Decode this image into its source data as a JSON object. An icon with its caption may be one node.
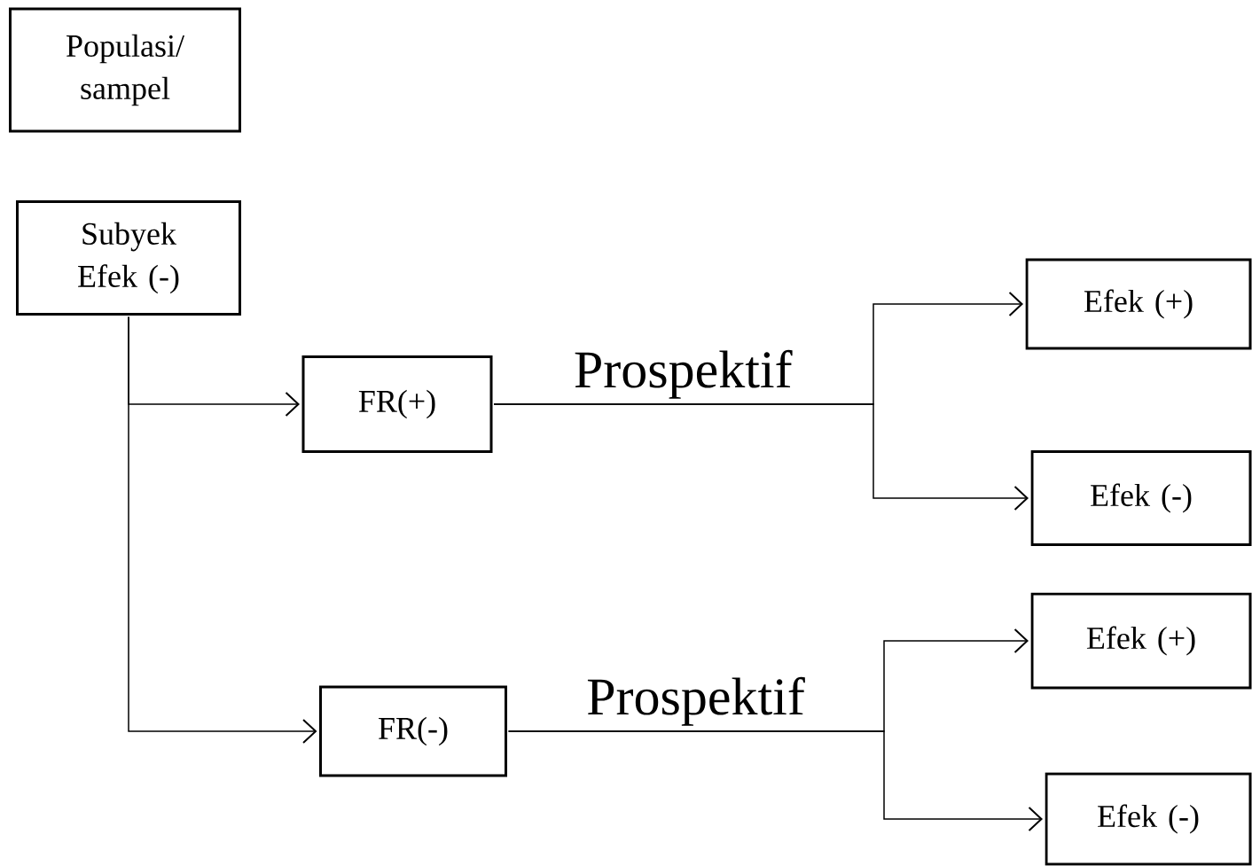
{
  "diagram": {
    "nodes": [
      {
        "text": [
          "Populasi/ sampel"
        ]
      },
      {
        "text": [
          "Subyek Efek (-)"
        ]
      },
      {
        "text": [
          "FR(+)"
        ]
      },
      {
        "text": [
          "FR(-)"
        ]
      },
      {
        "text": [
          "Efek (+)"
        ]
      },
      {
        "text": [
          "Efek (-)"
        ]
      },
      {
        "text": [
          "Efek (+)"
        ]
      },
      {
        "text": [
          "Efek (-)"
        ]
      }
    ],
    "edges": [
      {
        "from": 1,
        "to": 2,
        "arrow": "to"
      },
      {
        "from": 1,
        "to": 3,
        "arrow": "to"
      },
      {
        "from": 2,
        "to": 4,
        "arrow": "to",
        "label": "Prospektif"
      },
      {
        "from": 2,
        "to": 5,
        "arrow": "to"
      },
      {
        "from": 3,
        "to": 6,
        "arrow": "to",
        "label": "Prospektif"
      },
      {
        "from": 3,
        "to": 7,
        "arrow": "to"
      }
    ]
  }
}
